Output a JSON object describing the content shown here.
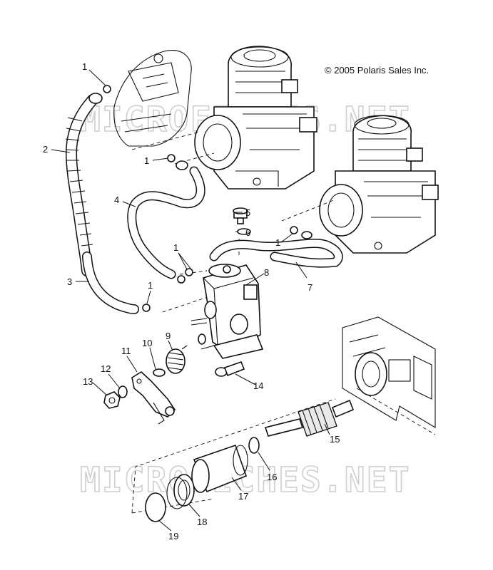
{
  "copyright": "© 2005 Polaris Sales Inc.",
  "watermarks": [
    "MICROFICHES.NET",
    "MICROFICHES.NET"
  ],
  "callouts": [
    "1",
    "2",
    "1",
    "4",
    "5",
    "6",
    "1",
    "3",
    "1",
    "8",
    "1",
    "7",
    "9",
    "10",
    "11",
    "12",
    "13",
    "14",
    "15",
    "16",
    "17",
    "18",
    "19"
  ]
}
